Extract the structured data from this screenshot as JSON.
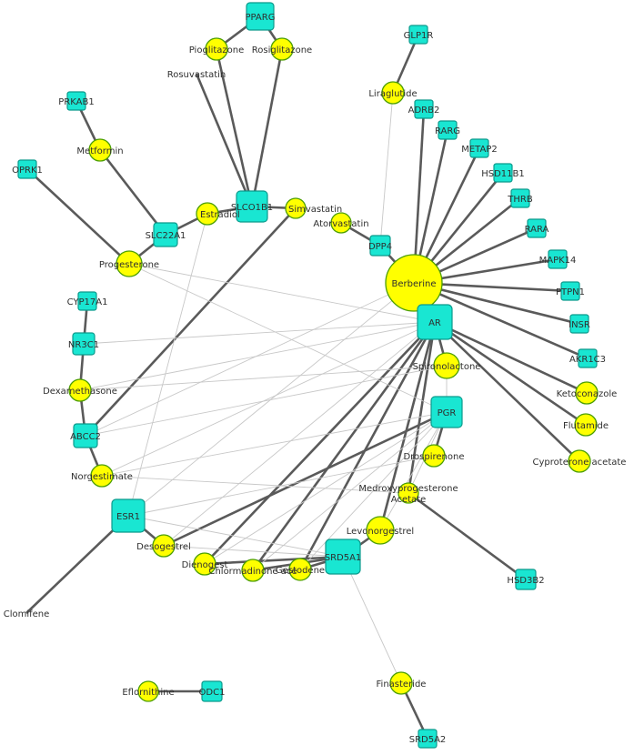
{
  "nodes": [
    {
      "id": "PPARG",
      "label": "PPARG",
      "type": "target"
    },
    {
      "id": "Pioglitazone",
      "label": "Pioglitazone",
      "type": "drug"
    },
    {
      "id": "Rosiglitazone",
      "label": "Rosiglitazone",
      "type": "drug"
    },
    {
      "id": "Rosuvastatin",
      "label": "Rosuvastatin",
      "type": "drug"
    },
    {
      "id": "GLP1R",
      "label": "GLP1R",
      "type": "target"
    },
    {
      "id": "Liraglutide",
      "label": "Liraglutide",
      "type": "drug"
    },
    {
      "id": "PRKAB1",
      "label": "PRKAB1",
      "type": "target"
    },
    {
      "id": "Metformin",
      "label": "Metformin",
      "type": "drug"
    },
    {
      "id": "OPRK1",
      "label": "OPRK1",
      "type": "target"
    },
    {
      "id": "SLC22A1",
      "label": "SLC22A1",
      "type": "target"
    },
    {
      "id": "Estradiol",
      "label": "Estradiol",
      "type": "drug"
    },
    {
      "id": "SLCO1B1",
      "label": "SLCO1B1",
      "type": "target"
    },
    {
      "id": "Simvastatin",
      "label": "Simvastatin",
      "type": "drug"
    },
    {
      "id": "Atorvastatin",
      "label": "Atorvastatin",
      "type": "drug"
    },
    {
      "id": "DPP4",
      "label": "DPP4",
      "type": "target"
    },
    {
      "id": "Progesterone",
      "label": "Progesterone",
      "type": "drug"
    },
    {
      "id": "Berberine",
      "label": "Berberine",
      "type": "drug"
    },
    {
      "id": "ADRB2",
      "label": "ADRB2",
      "type": "target"
    },
    {
      "id": "RARG",
      "label": "RARG",
      "type": "target"
    },
    {
      "id": "METAP2",
      "label": "METAP2",
      "type": "target"
    },
    {
      "id": "HSD11B1",
      "label": "HSD11B1",
      "type": "target"
    },
    {
      "id": "THRB",
      "label": "THRB",
      "type": "target"
    },
    {
      "id": "RARA",
      "label": "RARA",
      "type": "target"
    },
    {
      "id": "MAPK14",
      "label": "MAPK14",
      "type": "target"
    },
    {
      "id": "PTPN1",
      "label": "PTPN1",
      "type": "target"
    },
    {
      "id": "INSR",
      "label": "INSR",
      "type": "target"
    },
    {
      "id": "AKR1C3",
      "label": "AKR1C3",
      "type": "target"
    },
    {
      "id": "CYP17A1",
      "label": "CYP17A1",
      "type": "target"
    },
    {
      "id": "NR3C1",
      "label": "NR3C1",
      "type": "target"
    },
    {
      "id": "Dexamethasone",
      "label": "Dexamethasone",
      "type": "drug"
    },
    {
      "id": "ABCC2",
      "label": "ABCC2",
      "type": "target"
    },
    {
      "id": "Norgestimate",
      "label": "Norgestimate",
      "type": "drug"
    },
    {
      "id": "AR",
      "label": "AR",
      "type": "target"
    },
    {
      "id": "Spironolactone",
      "label": "Spironolactone",
      "type": "drug"
    },
    {
      "id": "PGR",
      "label": "PGR",
      "type": "target"
    },
    {
      "id": "Drospirenone",
      "label": "Drospirenone",
      "type": "drug"
    },
    {
      "id": "Ketoconazole",
      "label": "Ketoconazole",
      "type": "drug"
    },
    {
      "id": "Flutamide",
      "label": "Flutamide",
      "type": "drug"
    },
    {
      "id": "Cyproterone",
      "label": "Cyproterone acetate",
      "type": "drug"
    },
    {
      "id": "Medroxy",
      "label": "Medroxyprogesterone\nAcetate",
      "type": "drug"
    },
    {
      "id": "ESR1",
      "label": "ESR1",
      "type": "target"
    },
    {
      "id": "Desogestrel",
      "label": "Desogestrel",
      "type": "drug"
    },
    {
      "id": "Levonorgestrel",
      "label": "Levonorgestrel",
      "type": "drug"
    },
    {
      "id": "Dienogest",
      "label": "Dienogest",
      "type": "drug"
    },
    {
      "id": "Chlormadinone",
      "label": "Chlormadinone ace",
      "type": "drug"
    },
    {
      "id": "Gestodene",
      "label": "Gestodene",
      "type": "drug"
    },
    {
      "id": "SRD5A1",
      "label": "SRD5A1",
      "type": "target"
    },
    {
      "id": "HSD3B2",
      "label": "HSD3B2",
      "type": "target"
    },
    {
      "id": "Clomifene",
      "label": "Clomifene",
      "type": "drug"
    },
    {
      "id": "Finasteride",
      "label": "Finasteride",
      "type": "drug"
    },
    {
      "id": "SRD5A2",
      "label": "SRD5A2",
      "type": "target"
    },
    {
      "id": "Eflornithine",
      "label": "Eflornithine",
      "type": "drug"
    },
    {
      "id": "ODC1",
      "label": "ODC1",
      "type": "target"
    }
  ],
  "edges": [
    [
      "PPARG",
      "Pioglitazone",
      "strong"
    ],
    [
      "PPARG",
      "Rosiglitazone",
      "strong"
    ],
    [
      "Pioglitazone",
      "SLCO1B1",
      "strong"
    ],
    [
      "Rosiglitazone",
      "SLCO1B1",
      "strong"
    ],
    [
      "Rosuvastatin",
      "SLCO1B1",
      "strong"
    ],
    [
      "Simvastatin",
      "SLCO1B1",
      "strong"
    ],
    [
      "Estradiol",
      "SLCO1B1",
      "strong"
    ],
    [
      "GLP1R",
      "Liraglutide",
      "strong"
    ],
    [
      "PRKAB1",
      "Metformin",
      "strong"
    ],
    [
      "Metformin",
      "SLC22A1",
      "strong"
    ],
    [
      "OPRK1",
      "Progesterone",
      "strong"
    ],
    [
      "SLC22A1",
      "Progesterone",
      "strong"
    ],
    [
      "SLC22A1",
      "Estradiol",
      "strong"
    ],
    [
      "Atorvastatin",
      "DPP4",
      "strong"
    ],
    [
      "Berberine",
      "DPP4",
      "strong"
    ],
    [
      "Berberine",
      "ADRB2",
      "strong"
    ],
    [
      "Berberine",
      "RARG",
      "strong"
    ],
    [
      "Berberine",
      "METAP2",
      "strong"
    ],
    [
      "Berberine",
      "HSD11B1",
      "strong"
    ],
    [
      "Berberine",
      "THRB",
      "strong"
    ],
    [
      "Berberine",
      "RARA",
      "strong"
    ],
    [
      "Berberine",
      "MAPK14",
      "strong"
    ],
    [
      "Berberine",
      "PTPN1",
      "strong"
    ],
    [
      "Berberine",
      "INSR",
      "strong"
    ],
    [
      "Berberine",
      "AKR1C3",
      "strong"
    ],
    [
      "Berberine",
      "AR",
      "strong"
    ],
    [
      "CYP17A1",
      "NR3C1",
      "strong"
    ],
    [
      "NR3C1",
      "Dexamethasone",
      "strong"
    ],
    [
      "Dexamethasone",
      "ABCC2",
      "strong"
    ],
    [
      "ABCC2",
      "Norgestimate",
      "strong"
    ],
    [
      "Simvastatin",
      "ABCC2",
      "strong"
    ],
    [
      "AR",
      "Spironolactone",
      "strong"
    ],
    [
      "AR",
      "Ketoconazole",
      "strong"
    ],
    [
      "AR",
      "Flutamide",
      "strong"
    ],
    [
      "AR",
      "Cyproterone",
      "strong"
    ],
    [
      "AR",
      "Medroxy",
      "strong"
    ],
    [
      "AR",
      "Levonorgestrel",
      "strong"
    ],
    [
      "AR",
      "Gestodene",
      "strong"
    ],
    [
      "AR",
      "Chlormadinone",
      "strong"
    ],
    [
      "AR",
      "Dienogest",
      "strong"
    ],
    [
      "PGR",
      "Drospirenone",
      "strong"
    ],
    [
      "PGR",
      "Desogestrel",
      "strong"
    ],
    [
      "Medroxy",
      "HSD3B2",
      "strong"
    ],
    [
      "ESR1",
      "Clomifene",
      "strong"
    ],
    [
      "ESR1",
      "Desogestrel",
      "strong"
    ],
    [
      "SRD5A1",
      "Levonorgestrel",
      "strong"
    ],
    [
      "SRD5A1",
      "Gestodene",
      "strong"
    ],
    [
      "SRD5A1",
      "Chlormadinone",
      "strong"
    ],
    [
      "SRD5A1",
      "Dienogest",
      "strong"
    ],
    [
      "Finasteride",
      "SRD5A2",
      "strong"
    ],
    [
      "Eflornithine",
      "ODC1",
      "strong"
    ],
    [
      "Liraglutide",
      "DPP4",
      "faint"
    ],
    [
      "Estradiol",
      "ESR1",
      "faint"
    ],
    [
      "Progesterone",
      "AR",
      "faint"
    ],
    [
      "Progesterone",
      "PGR",
      "faint"
    ],
    [
      "Dexamethasone",
      "AR",
      "faint"
    ],
    [
      "NR3C1",
      "AR",
      "faint"
    ],
    [
      "ABCC2",
      "Berberine",
      "faint"
    ],
    [
      "Norgestimate",
      "AR",
      "faint"
    ],
    [
      "Norgestimate",
      "PGR",
      "faint"
    ],
    [
      "ESR1",
      "Drospirenone",
      "faint"
    ],
    [
      "ESR1",
      "SRD5A1",
      "faint"
    ],
    [
      "ESR1",
      "Berberine",
      "faint"
    ],
    [
      "Desogestrel",
      "AR",
      "faint"
    ],
    [
      "Desogestrel",
      "SRD5A1",
      "faint"
    ],
    [
      "SRD5A1",
      "Finasteride",
      "faint"
    ],
    [
      "Dienogest",
      "PGR",
      "faint"
    ],
    [
      "Gestodene",
      "PGR",
      "faint"
    ],
    [
      "Levonorgestrel",
      "PGR",
      "faint"
    ],
    [
      "Chlormadinone",
      "PGR",
      "faint"
    ],
    [
      "Spironolactone",
      "PGR",
      "faint"
    ],
    [
      "Medroxy",
      "PGR",
      "faint"
    ],
    [
      "Dexamethasone",
      "Spironolactone",
      "faint"
    ],
    [
      "ABCC2",
      "Spironolactone",
      "faint"
    ],
    [
      "Norgestimate",
      "Medroxy",
      "faint"
    ]
  ]
}
